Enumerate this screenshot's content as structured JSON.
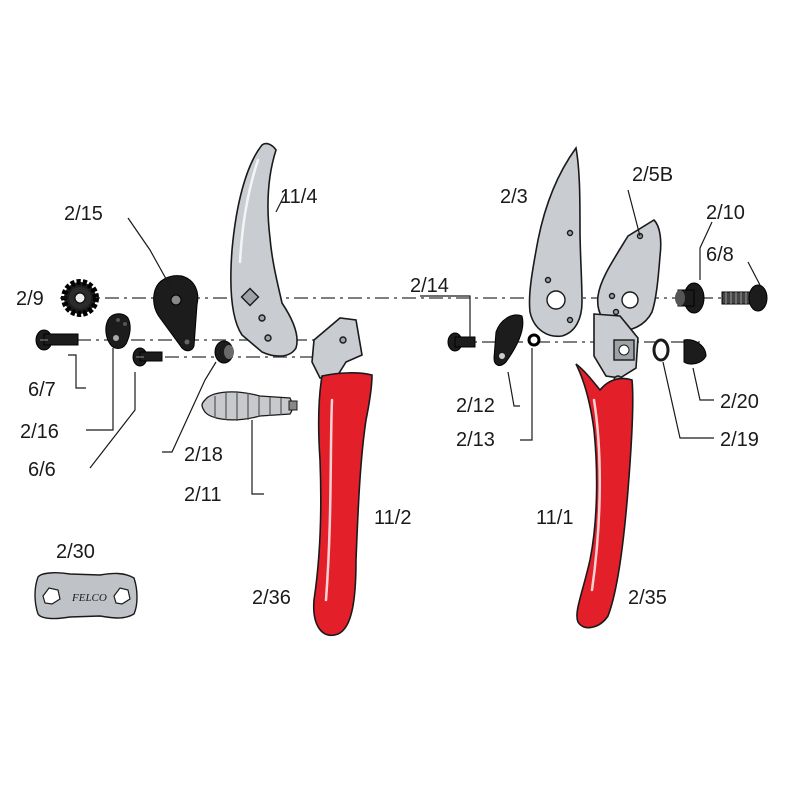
{
  "labels": {
    "l_11_4": "11/4",
    "l_2_15": "2/15",
    "l_2_9": "2/9",
    "l_6_7": "6/7",
    "l_2_16": "2/16",
    "l_6_6": "6/6",
    "l_2_18": "2/18",
    "l_2_11": "2/11",
    "l_11_2": "11/2",
    "l_2_36": "2/36",
    "l_2_30": "2/30",
    "l_2_3": "2/3",
    "l_2_5B": "2/5B",
    "l_2_10": "2/10",
    "l_6_8": "6/8",
    "l_2_14": "2/14",
    "l_2_12": "2/12",
    "l_2_13": "2/13",
    "l_2_20": "2/20",
    "l_2_19": "2/19",
    "l_11_1": "11/1",
    "l_2_35": "2/35"
  },
  "wrench_logo": "FELCO",
  "colors": {
    "handle_red": "#e3202a",
    "steel": "#c9ccd0",
    "black_parts": "#1c1c1c",
    "line": "#1a1a1a"
  }
}
